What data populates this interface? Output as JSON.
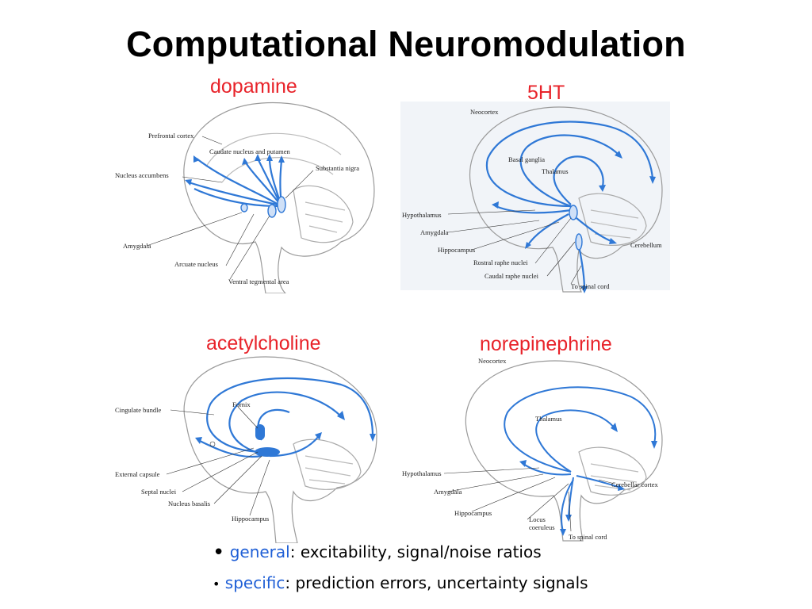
{
  "slide": {
    "title": "Computational Neuromodulation"
  },
  "panels": {
    "dopamine": {
      "title": "dopamine",
      "labels": {
        "prefrontal_cortex": "Prefrontal cortex",
        "caudate": "Caudate nucleus and putamen",
        "substantia_nigra": "Substantia nigra",
        "nucleus_accumbens": "Nucleus accumbens",
        "amygdala": "Amygdala",
        "arcuate": "Arcuate nucleus",
        "vta": "Ventral tegmental area"
      }
    },
    "serotonin": {
      "title": "5HT",
      "labels": {
        "neocortex": "Neocortex",
        "basal_ganglia": "Basal ganglia",
        "thalamus": "Thalamus",
        "hypothalamus": "Hypothalamus",
        "amygdala": "Amygdala",
        "hippocampus": "Hippocampus",
        "rostral_raphe": "Rostral raphe nuclei",
        "caudal_raphe": "Caudal raphe nuclei",
        "cerebellum": "Cerebellum",
        "spinal_cord": "To spinal cord"
      }
    },
    "acetylcholine": {
      "title": "acetylcholine",
      "labels": {
        "cingulate_bundle": "Cingulate bundle",
        "fornix": "Fornix",
        "external_capsule": "External capsule",
        "septal_nuclei": "Septal nuclei",
        "nucleus_basalis": "Nucleus basalis",
        "hippocampus": "Hippocampus"
      }
    },
    "norepinephrine": {
      "title": "norepinephrine",
      "labels": {
        "neocortex": "Neocortex",
        "thalamus": "Thalamus",
        "hypothalamus": "Hypothalamus",
        "amygdala": "Amygdala",
        "cerebellar_cortex": "Cerebellar cortex",
        "hippocampus": "Hippocampus",
        "locus_1": "Locus",
        "locus_2": "coeruleus",
        "spinal_cord": "To spinal cord"
      }
    }
  },
  "bullets": [
    {
      "keyword": "general",
      "text": ": excitability, signal/noise ratios"
    },
    {
      "keyword": "specific",
      "text": ": prediction errors, uncertainty signals"
    }
  ],
  "colors": {
    "panel_title": "#e8232a",
    "pathway": "#2f78d6",
    "keyword": "#1f5fd6",
    "brain_outline": "#9a9a9a",
    "figure_bg_5ht": "#f1f4f8"
  }
}
